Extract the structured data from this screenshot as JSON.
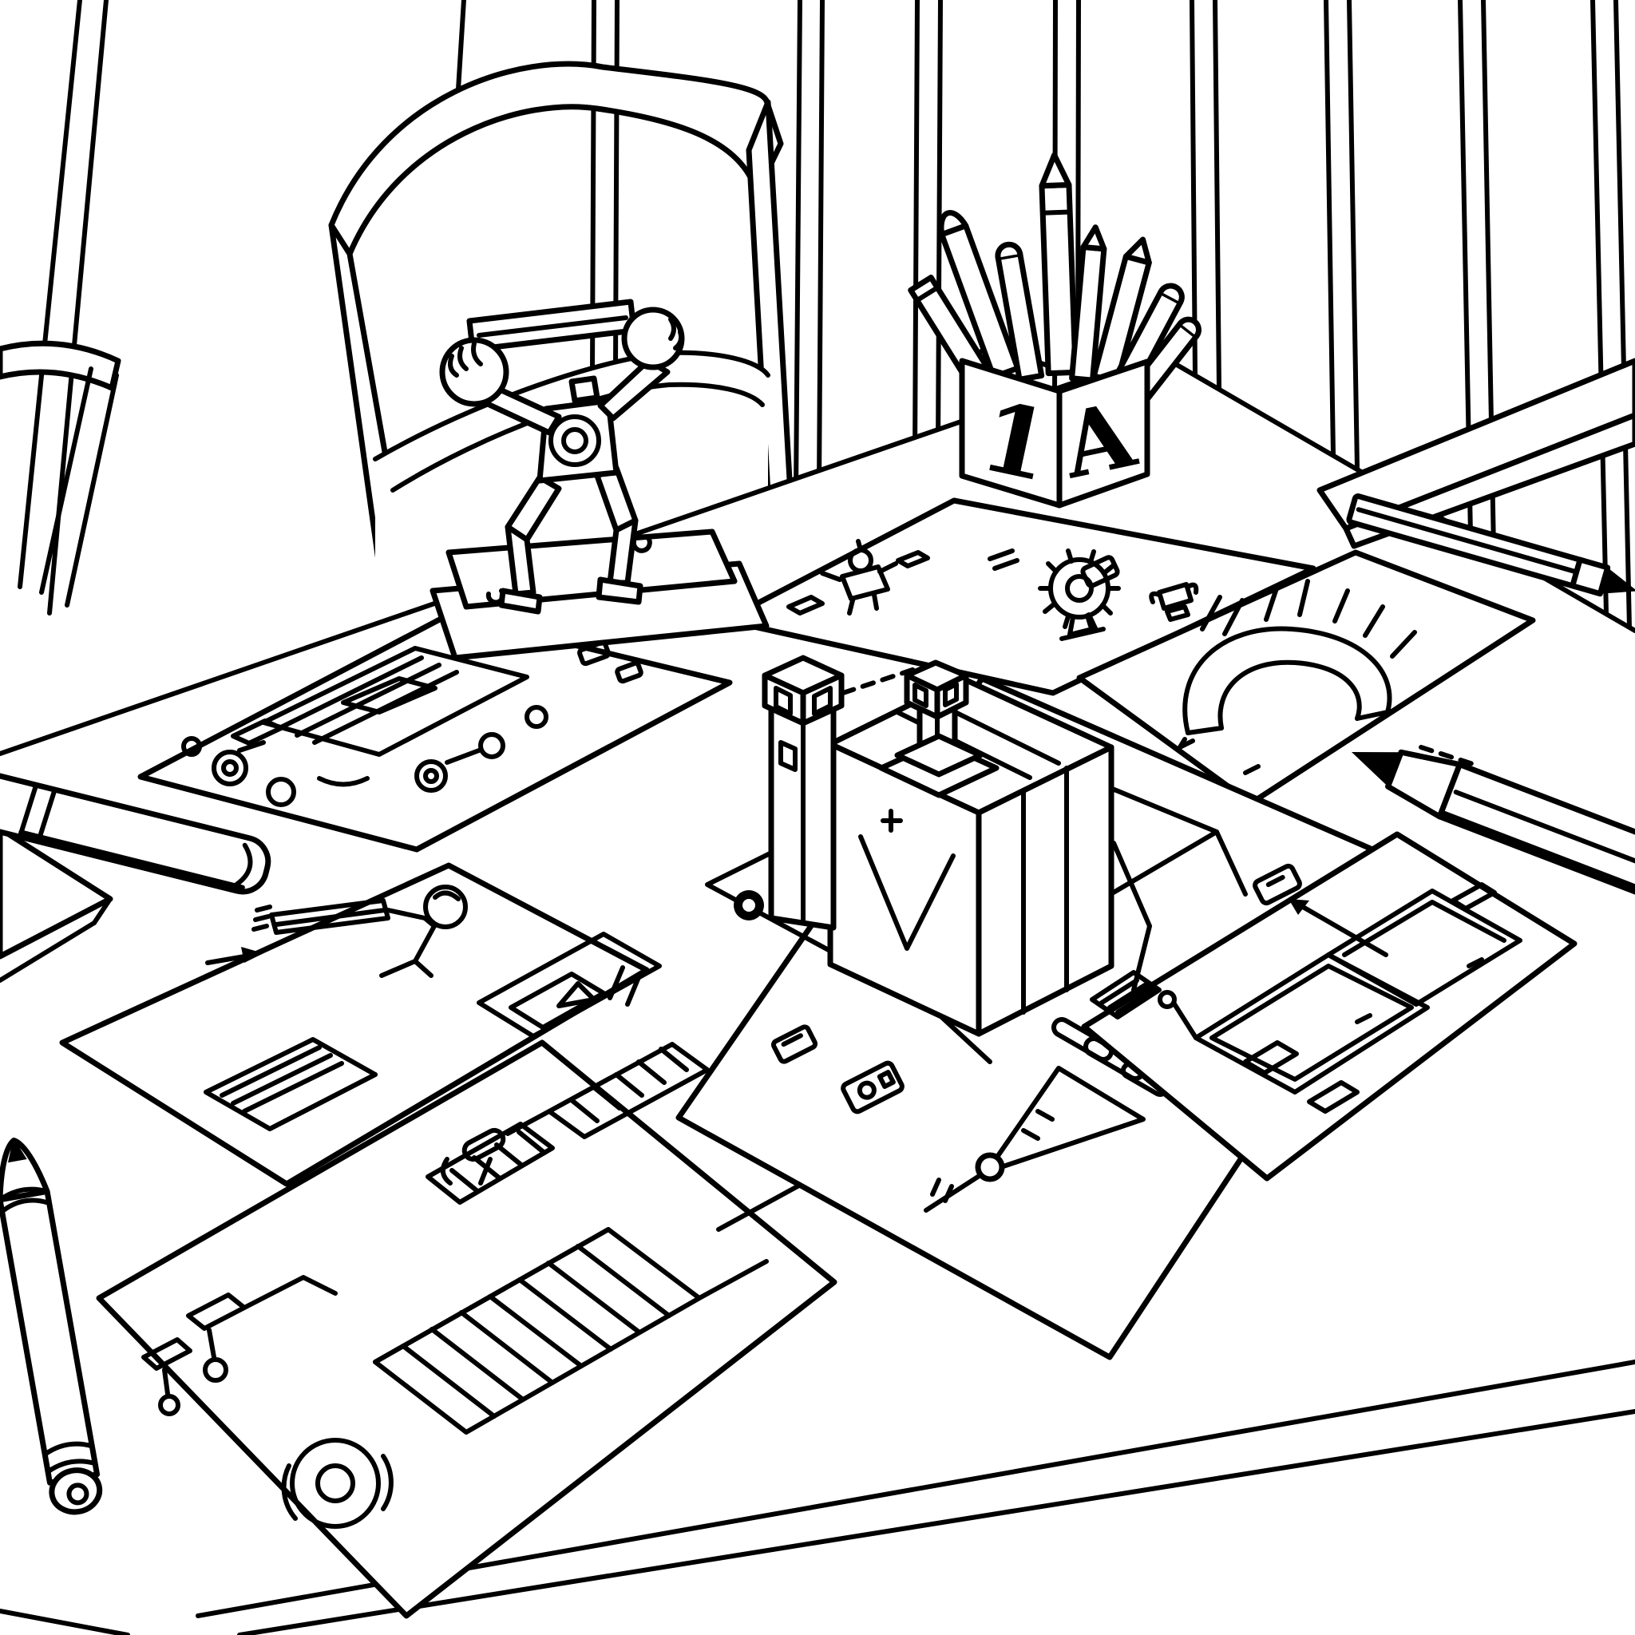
{
  "scene": {
    "description": "Black-and-white coloring-book style line drawing: a kids' work table covered with robot assembly drawings, a robot weightlifter trophy on a pedestal, an alphabet-block pencil cup full of crayons and pencils, a toy machine block standing on the center sheet, loose pencils and a marker, wooden plank wall and two chairs behind.",
    "colors": {
      "ink": "#000000",
      "paper": "#ffffff"
    },
    "pencil_cup": {
      "type": "alphabet-block cube pencil holder",
      "left_face_letter": "1",
      "right_face_letter": "A",
      "stick_count": 8
    },
    "trophy": {
      "type": "robot weightlifter figurine lifting a bar overhead on a two-step pedestal"
    },
    "wall": {
      "plank_pairs": 9
    },
    "chairs": [
      {
        "name": "left-chair",
        "detail": "partial back corner at far left"
      },
      {
        "name": "center-chair",
        "detail": "arched crest rail with two stiles and lower back panel"
      }
    ],
    "papers": [
      {
        "name": "paper-top-left",
        "content": "machine chassis schematic with wheel circles"
      },
      {
        "name": "paper-top-center",
        "content": "small robot doodle, gear wheel, tiny trophy sketch"
      },
      {
        "name": "paper-top-right",
        "content": "arched track maze with border segments"
      },
      {
        "name": "paper-left-middle",
        "content": "robot arm with round head, window grid, ramp"
      },
      {
        "name": "paper-bottom-left",
        "content": "large ladder schematic with hatched bars and washer circle"
      },
      {
        "name": "paper-center",
        "content": "assembly plan with mounting plate, chips, funnel cart; toy block standing on it"
      },
      {
        "name": "paper-center-right",
        "content": "flat puzzle boards joined, chip with pointer arrow"
      }
    ],
    "loose_items": [
      {
        "name": "marker-left",
        "detail": "capped marker lying on left table edge"
      },
      {
        "name": "board-left-edge",
        "detail": "thin board corner poking over left table edge"
      },
      {
        "name": "pencil-bottom-left",
        "detail": "upright-leaning pencil, eraser end down"
      },
      {
        "name": "pencil-right",
        "detail": "long pencil, tip pointing at top-right paper"
      },
      {
        "name": "notepad-top-right",
        "detail": "notepad with pencil resting on its edge"
      },
      {
        "name": "toy-block",
        "detail": "isometric machine block with two capped posts"
      }
    ]
  }
}
